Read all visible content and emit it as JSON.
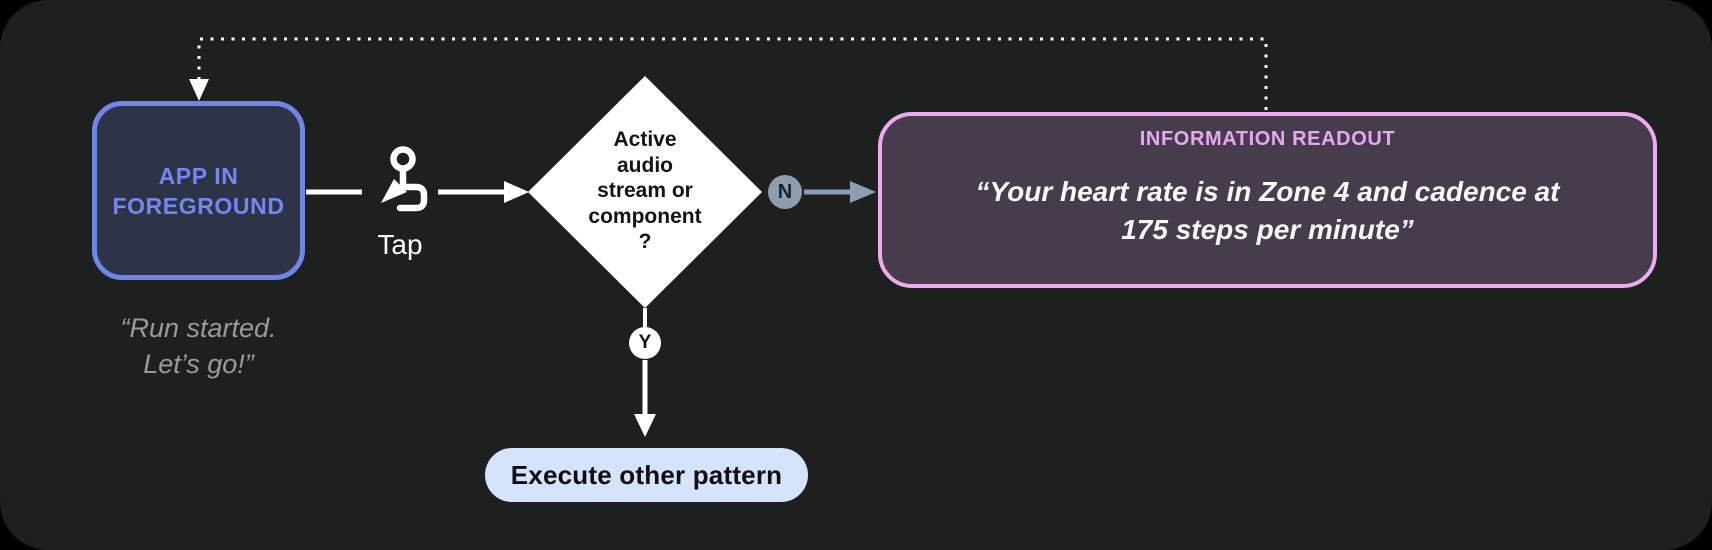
{
  "canvas": {
    "background": "#1E1F1F",
    "outer_background": "#000000"
  },
  "colors": {
    "app_box_border": "#6F85E8",
    "app_box_fill": "#2D3447",
    "app_box_text": "#7487F0",
    "caption_gray": "#9A9A9A",
    "diamond_fill": "#FFFFFF",
    "no_branch": "#8C9EAE",
    "readout_border": "#ECAAEF",
    "readout_fill": "#463C4B",
    "readout_title": "#E5A9F0",
    "pill_fill": "#D5E3FC",
    "connector_white": "#FFFFFF"
  },
  "nodes": {
    "app_state": {
      "label": "APP IN\nFOREGROUND",
      "caption": "“Run started.\nLet’s go!”"
    },
    "tap": {
      "label": "Tap",
      "icon": "tap-gesture-icon"
    },
    "decision": {
      "label": "Active\naudio\nstream or\ncomponent\n?"
    },
    "branch_no": {
      "label": "N"
    },
    "branch_yes": {
      "label": "Y"
    },
    "readout": {
      "title": "INFORMATION READOUT",
      "quote": "“Your heart rate is in Zone 4 and cadence at\n175 steps per minute”"
    },
    "other_pattern": {
      "label": "Execute other pattern"
    }
  }
}
